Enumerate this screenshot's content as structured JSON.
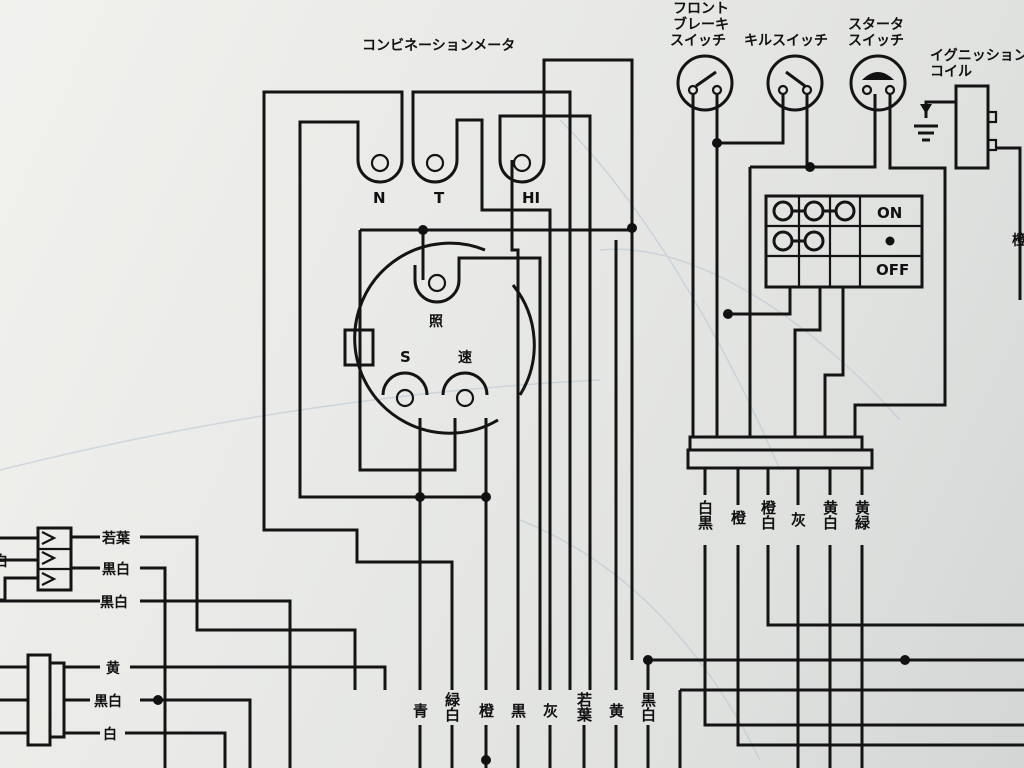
{
  "meter": {
    "title": "コンビネーションメータ",
    "bulbs": {
      "neutral": "N",
      "top": "T",
      "high": "HI",
      "illumination": "照",
      "sensor": "S",
      "speed": "速"
    }
  },
  "switches": {
    "front_brake": [
      "フロント",
      "ブレーキ",
      "スイッチ"
    ],
    "kill": "キルスイッチ",
    "starter": [
      "スタータ",
      "スイッチ"
    ],
    "ignition_coil": [
      "イグニッション",
      "コイル"
    ]
  },
  "ignition_table": {
    "on": "ON",
    "off": "OFF"
  },
  "connector_wires": [
    "白黒",
    "橙",
    "橙白",
    "灰",
    "黄白",
    "黄緑"
  ],
  "bottom_wires": [
    "青",
    "緑白",
    "橙",
    "黒",
    "灰",
    "若葉",
    "黄",
    "黒白"
  ],
  "left_wires": {
    "upper": [
      "若葉",
      "黒白",
      "黒白"
    ],
    "lower": [
      "黄",
      "黒白",
      "白"
    ],
    "stubs": [
      "白"
    ]
  },
  "right_edge_label": "橙"
}
